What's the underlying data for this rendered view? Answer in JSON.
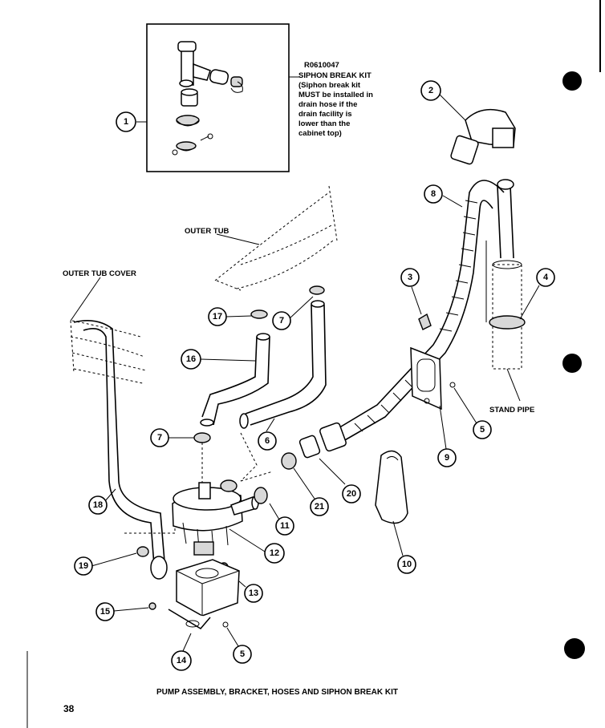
{
  "kit": {
    "part_number": "R0610047",
    "lines": [
      "SIPHON BREAK KIT",
      "(Siphon break kit",
      "MUST be installed in",
      "drain hose if the",
      "drain facility is",
      "lower than the",
      "cabinet top)"
    ]
  },
  "labels": {
    "outer_tub": "OUTER TUB",
    "outer_tub_cover": "OUTER TUB COVER",
    "stand_pipe": "STAND PIPE"
  },
  "callouts": {
    "c1": "1",
    "c2": "2",
    "c3": "3",
    "c4": "4",
    "c5a": "5",
    "c5b": "5",
    "c6": "6",
    "c7a": "7",
    "c7b": "7",
    "c8": "8",
    "c9": "9",
    "c10": "10",
    "c11": "11",
    "c12": "12",
    "c13": "13",
    "c14": "14",
    "c15": "15",
    "c16": "16",
    "c17": "17",
    "c18": "18",
    "c19": "19",
    "c20": "20",
    "c21": "21"
  },
  "caption": "PUMP ASSEMBLY, BRACKET, HOSES AND SIPHON BREAK KIT",
  "page_number": "38"
}
